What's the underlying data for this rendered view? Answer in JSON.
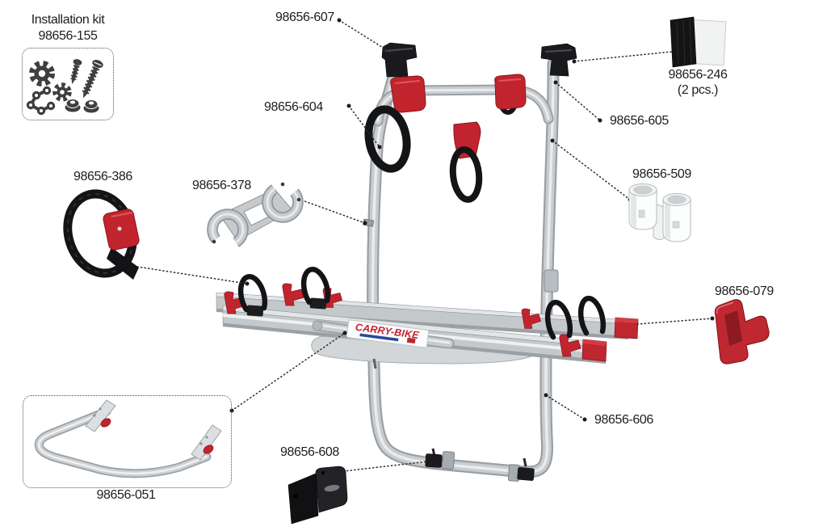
{
  "kit": {
    "title": "Installation kit",
    "number": "98656-155",
    "icons": [
      "gear-icon",
      "screws-icon",
      "chain-icon",
      "push-nuts-icon"
    ]
  },
  "labels": {
    "p607": "98656-607",
    "p604": "98656-604",
    "p386": "98656-386",
    "p378": "98656-378",
    "p605": "98656-605",
    "p246": "98656-246",
    "p246_qty": "(2 pcs.)",
    "p509": "98656-509",
    "p079": "98656-079",
    "p606": "98656-606",
    "p608": "98656-608",
    "p051": "98656-051"
  },
  "logo": {
    "text": "CARRY-BIKE",
    "color": "#c41e2f"
  },
  "colors": {
    "accent_red": "#c2242e",
    "frame_silver": "#c8ccce",
    "part_black": "#1b1b1e",
    "part_gray": "#c6cacc",
    "label_text": "#1d1d1f"
  }
}
